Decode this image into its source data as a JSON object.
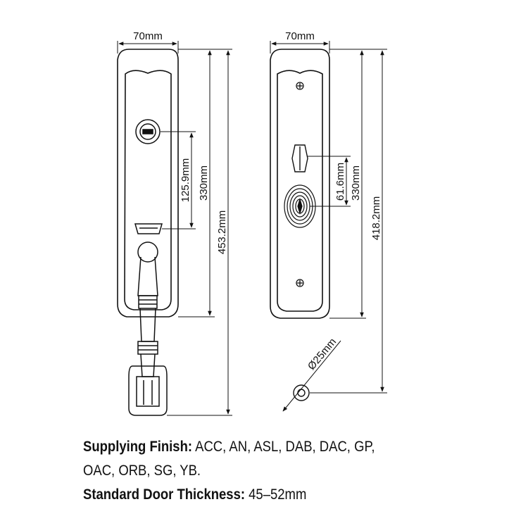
{
  "front_view": {
    "width_label": "70mm",
    "key_to_lever_label": "125.9mm",
    "hole_spacing_label": "330mm",
    "overall_height_label": "453.2mm"
  },
  "back_view": {
    "width_label": "70mm",
    "turn_to_knob_label": "61.6mm",
    "hole_spacing_label": "330mm",
    "overall_height_label": "418.2mm",
    "cylinder_diameter_label": "Ø25mm"
  },
  "specs": {
    "finish_label": "Supplying Finish:",
    "finish_line1": " ACC, AN, ASL, DAB, DAC, GP,",
    "finish_line2": "OAC, ORB, SG, YB.",
    "thickness_label": "Standard Door Thickness:",
    "thickness_value": " 45–52mm"
  }
}
